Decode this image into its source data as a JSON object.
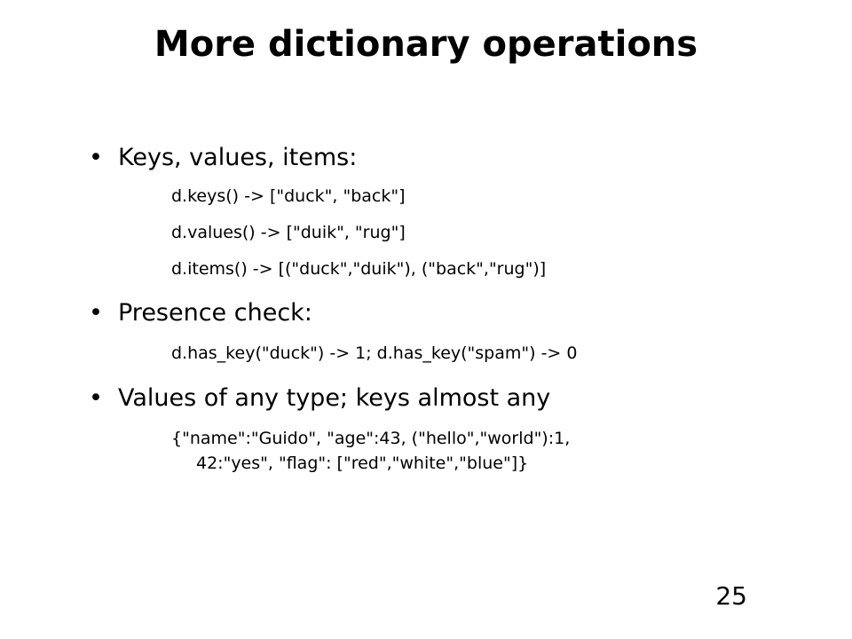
{
  "slide": {
    "title": "More dictionary operations",
    "bullet_glyph": "•",
    "sections": [
      {
        "label": "Keys, values, items:",
        "lines": [
          "d.keys() -> [\"duck\", \"back\"]",
          "d.values() -> [\"duik\", \"rug\"]",
          "d.items() -> [(\"duck\",\"duik\"), (\"back\",\"rug\")]"
        ]
      },
      {
        "label": "Presence check:",
        "lines": [
          "d.has_key(\"duck\") -> 1; d.has_key(\"spam\") -> 0"
        ]
      },
      {
        "label": "Values of any type; keys almost any",
        "lines": [
          "{\"name\":\"Guido\", \"age\":43, (\"hello\",\"world\"):1,",
          "42:\"yes\", \"flag\": [\"red\",\"white\",\"blue\"]}"
        ]
      }
    ],
    "page_number": "25"
  }
}
